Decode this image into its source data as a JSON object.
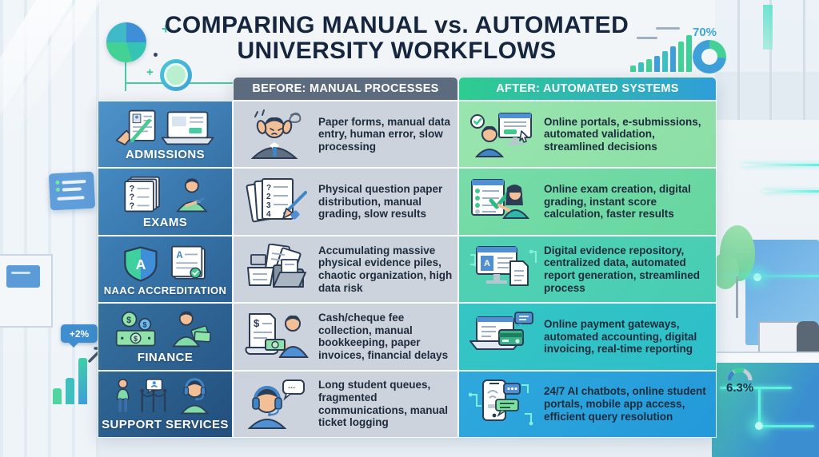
{
  "title": {
    "line1": "COMPARING MANUAL vs. AUTOMATED",
    "line2": "UNIVERSITY WORKFLOWS"
  },
  "columns": {
    "before": "BEFORE: MANUAL PROCESSES",
    "after": "AFTER: AUTOMATED SYSTEMS"
  },
  "rows": [
    {
      "category": "ADMISSIONS",
      "category_icons": "hand-form-and-laptop",
      "before_icon": "stressed-person",
      "before": "Paper forms, manual data entry, human error, slow processing",
      "after_icon": "person-at-monitor-with-check",
      "after": "Online portals, e-submissions, automated validation, streamlined decisions"
    },
    {
      "category": "EXAMS",
      "category_icons": "question-papers-and-student-writing",
      "before_icon": "papers-and-hand-writing",
      "before": "Physical question paper distribution, manual grading, slow results",
      "after_icon": "woman-pointing-at-checklist",
      "after": "Online exam creation, digital grading, instant score calculation, faster results"
    },
    {
      "category": "NAAC ACCREDITATION",
      "category_icons": "shield-a-and-certificate",
      "before_icon": "paper-piles-and-folder",
      "before": "Accumulating massive physical evidence piles, chaotic organization, high data risk",
      "after_icon": "monitor-with-document-repository",
      "after": "Digital evidence repository, centralized data, automated report generation, streamlined process"
    },
    {
      "category": "FINANCE",
      "category_icons": "coins-banknote-and-person-with-cash",
      "before_icon": "invoice-and-cash-handover",
      "before": "Cash/cheque fee collection, manual bookkeeping, paper invoices, financial delays",
      "after_icon": "laptop-with-credit-card",
      "after": "Online payment gateways, automated accounting, digital invoicing, real-time reporting"
    },
    {
      "category": "SUPPORT SERVICES",
      "category_icons": "queue-and-support-agent",
      "before_icon": "support-agent-with-speech-bubble",
      "before": "Long student queues, fragmented communications, manual ticket logging",
      "after_icon": "smartphone-with-chat-bubbles",
      "after": "24/7 AI chatbots, online student portals, mobile app access, efficient query resolution"
    }
  ],
  "decorations": {
    "top_bar_chart_value": "70%",
    "growth_tag_value": "+2%",
    "gauge_value": "6.3%"
  },
  "icon_glyphs": {
    "question": "?",
    "num2": "2",
    "num3": "3",
    "num4": "4",
    "grade": "A",
    "dollar": "$",
    "ellipsis": "..."
  },
  "colors": {
    "title_navy": "#16263f",
    "header_dark": "#5d6b7e",
    "header_gradient": [
      "#2ecd8f",
      "#2f9ed9"
    ],
    "category_blue_top": "#4e93cb",
    "category_blue_bottom": "#234f7d",
    "before_cell_gray": "#ccd3dc",
    "after_row_backgrounds": [
      "#8fe0a8",
      "#6fd9a4",
      "#4dcfb2",
      "#31c3c4",
      "#2aa3dd"
    ],
    "cell_text": "#1e2b3c",
    "accent_teal": "#49c9a6",
    "accent_blue": "#3f9fd9"
  }
}
